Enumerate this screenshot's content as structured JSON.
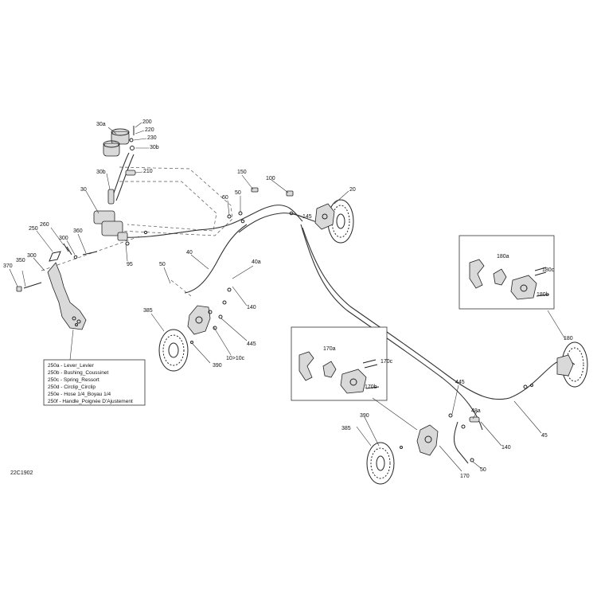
{
  "drawing_code": "22C1902",
  "legend": [
    "250a - Lever_Levier",
    "250b - Bushing_Coussinet",
    "250c - Spring_Ressort",
    "250d - Circlip_Circlip",
    "250e - Hose 1/4_Boyau 1/4",
    "250f - Handle_Poignée D'Ajustement"
  ],
  "callouts": {
    "c30a": "30a",
    "c200": "200",
    "c220": "220",
    "c230": "230",
    "c30b_1": "30b",
    "c30b_2": "30b",
    "c210": "210",
    "c30": "30",
    "c150": "150",
    "c100": "100",
    "c20": "20",
    "c50_top": "50",
    "c60": "60",
    "c145": "145",
    "c260": "260",
    "c250": "250",
    "c300_a": "300",
    "c360": "360",
    "c300_b": "300",
    "c350": "350",
    "c370": "370",
    "c95": "95",
    "c40": "40",
    "c40a": "40a",
    "c50_mid": "50",
    "c140_mid": "140",
    "c385_left": "385",
    "c445_mid": "445",
    "c390_left": "390",
    "c10to10c": "10>10c",
    "c180a": "180a",
    "c180c": "180c",
    "c180b": "180b",
    "c180": "180",
    "c170a": "170a",
    "c170c": "170c",
    "c170b": "170b",
    "c445_low": "445",
    "c48a": "48a",
    "c390_low": "390",
    "c385_low": "385",
    "c140_low": "140",
    "c45": "45",
    "c50_low": "50",
    "c170": "170"
  }
}
